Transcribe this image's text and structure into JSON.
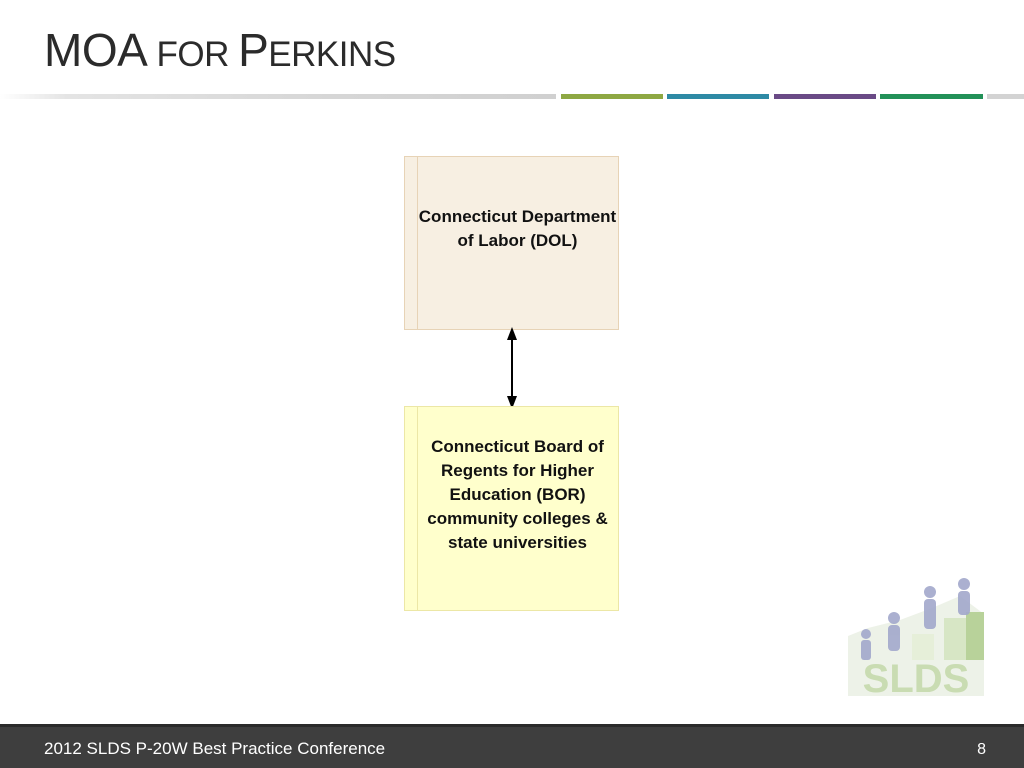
{
  "slide": {
    "title_cap1": "MOA",
    "title_small1": " FOR ",
    "title_cap2": "P",
    "title_small2": "ERKINS"
  },
  "colors": {
    "green": "#8ea843",
    "teal": "#2e8aa5",
    "purple": "#6a4a86",
    "dark_green": "#229158",
    "gray": "#d3d3d3",
    "dol_fill": "#f7efe2",
    "bor_fill": "#ffffcc"
  },
  "diagram": {
    "nodes": [
      {
        "id": "dol",
        "label": "Connecticut Department of Labor (DOL)"
      },
      {
        "id": "bor",
        "label": "Connecticut Board of Regents for Higher Education (BOR) community colleges & state universities"
      }
    ],
    "edges": [
      {
        "from": "dol",
        "to": "bor",
        "direction": "both"
      }
    ]
  },
  "logo": {
    "text": "SLDS"
  },
  "footer": {
    "conference": "2012 SLDS P-20W Best Practice Conference",
    "page_number": "8"
  }
}
